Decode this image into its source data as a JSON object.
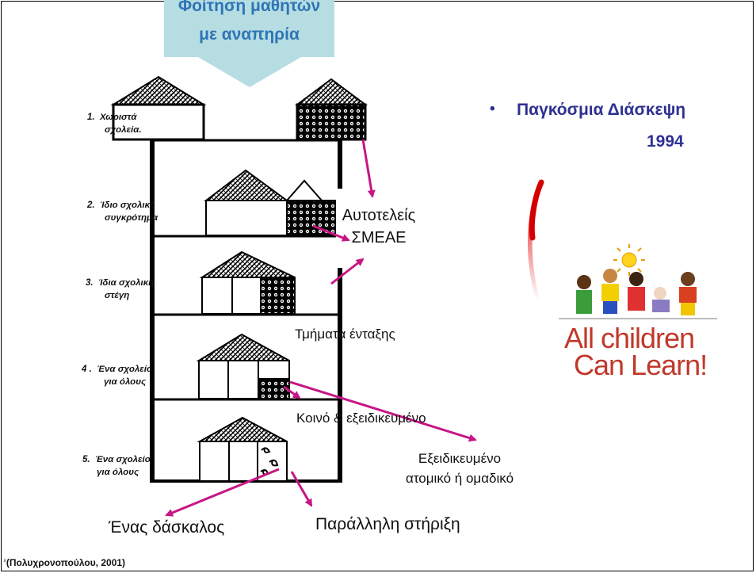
{
  "banner": {
    "line1": "Φοίτηση μαθητών",
    "line2": "με αναπηρία"
  },
  "levels": [
    {
      "num": "1.",
      "line1": "Χωριστά",
      "line2": "σχολεία."
    },
    {
      "num": "2.",
      "line1": "Ίδιο σχολικό",
      "line2": "συγκρότημα"
    },
    {
      "num": "3.",
      "line1": "Ίδια σχολική",
      "line2": "στέγη"
    },
    {
      "num": "4 .",
      "line1": "Ένα σχολείο",
      "line2": "για όλους"
    },
    {
      "num": "5.",
      "line1": "Ένα σχολείο",
      "line2": "για όλους"
    }
  ],
  "annotations": {
    "autoteleis_line1": "Αυτοτελείς",
    "autoteleis_line2": "ΣΜΕΑΕ",
    "tmimata": "Τμήματα ένταξης",
    "koino": "Κοινό & εξειδικευμένο",
    "exeid_line1": "Εξειδικευμένο",
    "exeid_line2": "ατομικό ή ομαδικό",
    "daskalos": "Ένας δάσκαλος",
    "parallili": "Παράλληλη στήριξη"
  },
  "conference": {
    "bullet": "•",
    "line1": "Παγκόσμια  Διάσκεψη",
    "line2": "1994"
  },
  "logo": {
    "line1": "All children",
    "line2": "Can Learn!"
  },
  "citation": "(Πολυχρονοπούλου, 2001)",
  "colors": {
    "banner": "#b6dde1",
    "banner_text": "#2e75b6",
    "arrow": "#c71585",
    "conference_text": "#2e3192",
    "logo_text": "#c0392b"
  }
}
